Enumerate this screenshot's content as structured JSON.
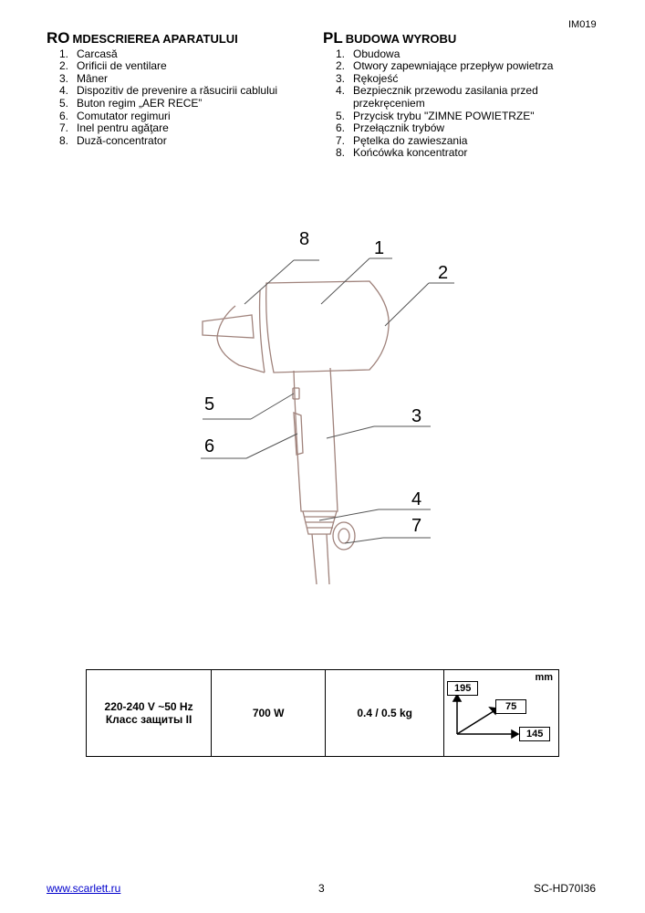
{
  "header": {
    "doc_code": "IM019"
  },
  "ro": {
    "lang": "RO",
    "title": "MDESCRIEREA APARATULUI",
    "items": [
      {
        "num": "1.",
        "text": "Carcasă"
      },
      {
        "num": "2.",
        "text": "Orificii de ventilare"
      },
      {
        "num": "3.",
        "text": "Mâner"
      },
      {
        "num": "4.",
        "text": "Dispozitiv de prevenire a răsucirii cablului"
      },
      {
        "num": "5.",
        "text": "Buton regim „AER RECE”"
      },
      {
        "num": "6.",
        "text": "Comutator regimuri"
      },
      {
        "num": "7.",
        "text": "Inel pentru agăţare"
      },
      {
        "num": "8.",
        "text": "Duză-concentrator"
      }
    ]
  },
  "pl": {
    "lang": "PL",
    "title": "BUDOWA WYROBU",
    "items": [
      {
        "num": "1.",
        "text": "Obudowa"
      },
      {
        "num": "2.",
        "text": "Otwory zapewniające przepływ powietrza"
      },
      {
        "num": "3.",
        "text": "Rękojeść"
      },
      {
        "num": "4.",
        "text": "Bezpiecznik przewodu zasilania przed przekręceniem"
      },
      {
        "num": "5.",
        "text": "Przycisk trybu \"ZIMNE POWIETRZE\""
      },
      {
        "num": "6.",
        "text": "Przełącznik trybów"
      },
      {
        "num": "7.",
        "text": "Pętelka do zawieszania"
      },
      {
        "num": "8.",
        "text": "Końcówka koncentrator"
      }
    ]
  },
  "illustration": {
    "callouts": [
      "1",
      "2",
      "3",
      "4",
      "5",
      "6",
      "7",
      "8"
    ]
  },
  "specs": {
    "voltage": "220-240 V ~50 Hz",
    "protection_class": "Класс защиты II",
    "power": "700 W",
    "weight": "0.4 / 0.5 kg",
    "dimensions": {
      "unit": "mm",
      "height": "195",
      "depth": "75",
      "width": "145"
    }
  },
  "footer": {
    "website": "www.scarlett.ru",
    "page_number": "3",
    "model": "SC-HD70I36"
  }
}
